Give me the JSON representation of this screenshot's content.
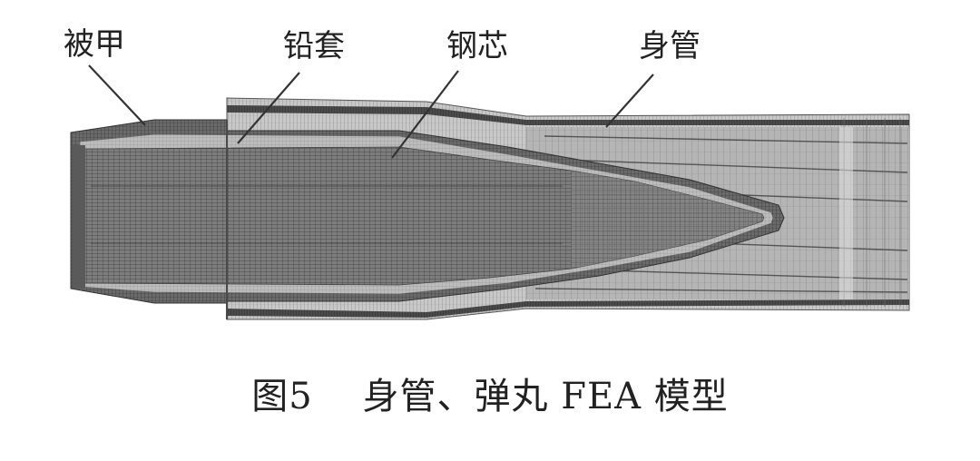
{
  "labels": {
    "jacket": "被甲",
    "lead_sleeve": "铅套",
    "steel_core": "钢芯",
    "barrel": "身管"
  },
  "caption": {
    "figure_number": "图5",
    "title": "身管、弹丸 FEA 模型"
  },
  "colors": {
    "background": "#ffffff",
    "mesh_dark": "#3a3a3a",
    "mesh_mid": "#7a7a7a",
    "mesh_light": "#c4c4c4",
    "text": "#222222"
  }
}
